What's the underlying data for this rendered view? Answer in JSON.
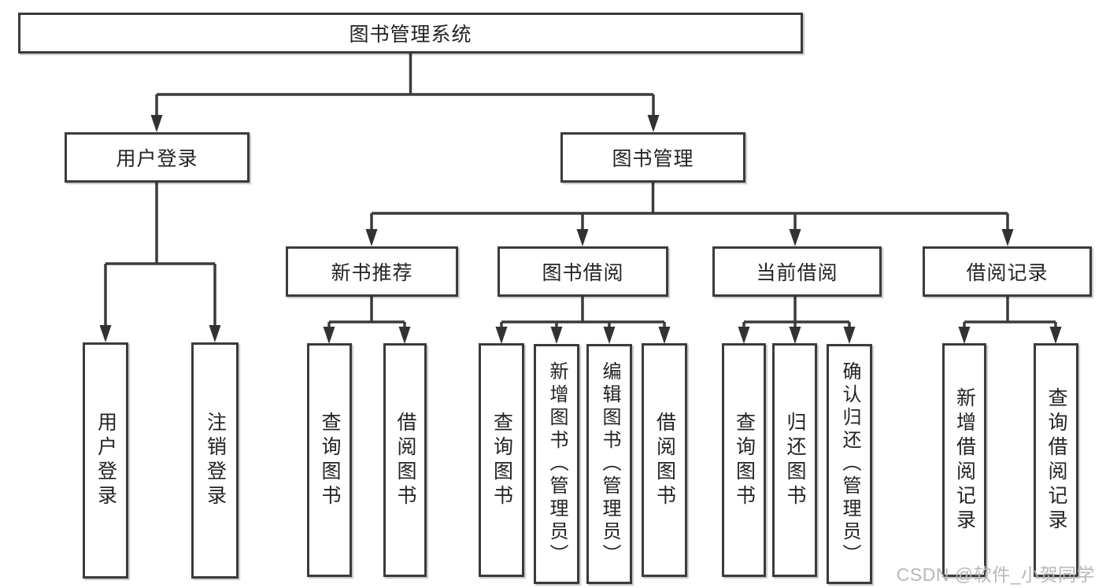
{
  "root": {
    "label": "图书管理系统"
  },
  "branches": [
    {
      "label": "用户登录",
      "children": [
        {
          "label": "用户登录"
        },
        {
          "label": "注销登录"
        }
      ]
    },
    {
      "label": "图书管理",
      "children": [
        {
          "label": "新书推荐",
          "children": [
            {
              "label": "查询图书"
            },
            {
              "label": "借阅图书"
            }
          ]
        },
        {
          "label": "图书借阅",
          "children": [
            {
              "label": "查询图书"
            },
            {
              "label": "新增图书（管理员）"
            },
            {
              "label": "编辑图书（管理员）"
            },
            {
              "label": "借阅图书"
            }
          ]
        },
        {
          "label": "当前借阅",
          "children": [
            {
              "label": "查询图书"
            },
            {
              "label": "归还图书"
            },
            {
              "label": "确认归还（管理员）"
            }
          ]
        },
        {
          "label": "借阅记录",
          "children": [
            {
              "label": "新增借阅记录"
            },
            {
              "label": "查询借阅记录"
            }
          ]
        }
      ]
    }
  ],
  "watermark": {
    "text": "CSDN @软件_小贺同学"
  },
  "colors": {
    "line": "#3b3b3b",
    "text": "#232323",
    "watermark": "#b8b8b8",
    "background": "#ffffff"
  }
}
